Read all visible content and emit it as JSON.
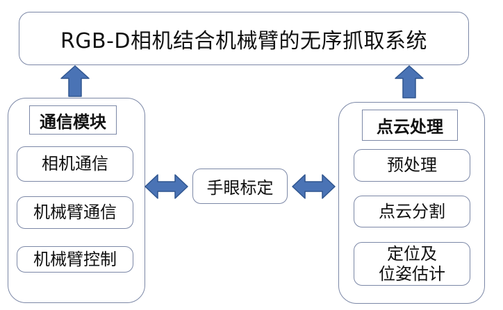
{
  "title": "RGB-D相机结合机械臂的无序抓取系统",
  "left_module": {
    "heading": "通信模块",
    "items": [
      "相机通信",
      "机械臂通信",
      "机械臂控制"
    ]
  },
  "center": {
    "label": "手眼标定"
  },
  "right_module": {
    "heading": "点云处理",
    "items": [
      "预处理",
      "点云分割"
    ],
    "last_item_lines": [
      "定位及",
      "位姿估计"
    ]
  },
  "colors": {
    "arrow_fill": "#4a73b5",
    "arrow_stroke": "#2f558f",
    "border": "#7b87a6"
  }
}
